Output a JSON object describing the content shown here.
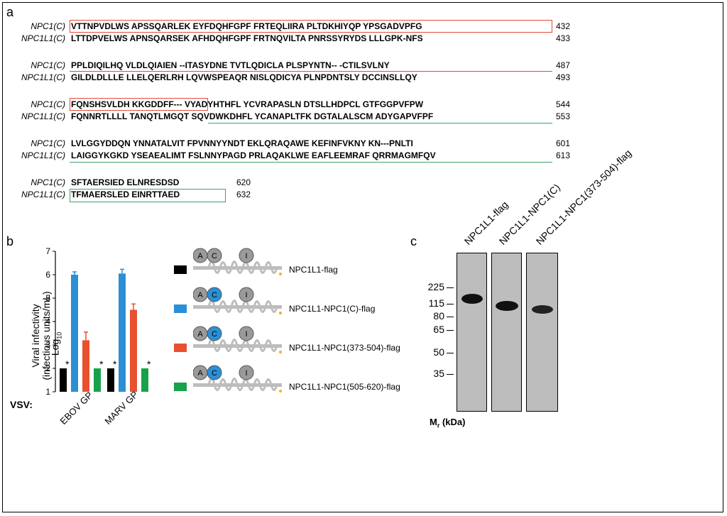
{
  "panel_a": {
    "letter": "a",
    "blocks": [
      {
        "rows": [
          {
            "name": "NPC1(C)",
            "seq": [
              [
                "VTTNPVDLWS",
                ""
              ],
              [
                " APSSQARLEK ",
                ""
              ],
              [
                "EYFDQHFGPF",
                ""
              ],
              [
                " FRTEQLIIRA ",
                ""
              ],
              [
                "PLTDKHIYQP",
                ""
              ],
              [
                " YPSGADVPFG",
                ""
              ]
            ],
            "num": "432"
          },
          {
            "name": "NPC1L1(C)",
            "seq": [
              [
                "LTTDPVELWS",
                ""
              ],
              [
                " APNSQARSEK ",
                ""
              ],
              [
                "AFHDQHFGPF",
                ""
              ],
              [
                " FRTNQVILTA ",
                ""
              ],
              [
                "PNRSSYRYDS",
                ""
              ],
              [
                " LLLGPK-NFS",
                ""
              ]
            ],
            "num": "433"
          }
        ]
      },
      {
        "rows": [
          {
            "name": "NPC1(C)",
            "seq": [
              [
                "PPLDIQILHQ",
                ""
              ],
              [
                " VLDLQIAIEN ",
                ""
              ],
              [
                "--ITASYDNE",
                ""
              ],
              [
                " TVTLQDICLA ",
                ""
              ],
              [
                "PLSPYNTN--",
                ""
              ],
              [
                " -CTILSVLNY",
                ""
              ]
            ],
            "num": "487"
          },
          {
            "name": "NPC1L1(C)",
            "seq": [
              [
                "GILDLDLLLE",
                ""
              ],
              [
                " LLELQERLRH ",
                ""
              ],
              [
                "LQVWSPEAQR",
                ""
              ],
              [
                " NISLQDICYA ",
                ""
              ],
              [
                "PLNPDNTSLY",
                ""
              ],
              [
                " DCCINSLLQY",
                ""
              ]
            ],
            "num": "493"
          }
        ]
      },
      {
        "rows": [
          {
            "name": "NPC1(C)",
            "seq": [
              [
                "FQNSHSVLDH",
                ""
              ],
              [
                " KKGDDFF---",
                ""
              ],
              [
                " VYADYHTHFL ",
                ""
              ],
              [
                "YCVRAPASLN",
                ""
              ],
              [
                " DTSLLHDPCL ",
                ""
              ],
              [
                "GTFGGPVFPW",
                ""
              ]
            ],
            "num": "544"
          },
          {
            "name": "NPC1L1(C)",
            "seq": [
              [
                "FQNNRTLLLL",
                ""
              ],
              [
                " TANQTLMGQT ",
                ""
              ],
              [
                "SQVDWKDHFL",
                ""
              ],
              [
                " YCANAPLTFK ",
                ""
              ],
              [
                "DGTALALSCM",
                ""
              ],
              [
                " ADYGAPVFPF",
                ""
              ]
            ],
            "num": "553"
          }
        ]
      },
      {
        "rows": [
          {
            "name": "NPC1(C)",
            "seq": [
              [
                "LVLGGYDDQN",
                ""
              ],
              [
                " YNNATALVIT ",
                ""
              ],
              [
                "FPVNNYYNDT",
                ""
              ],
              [
                " EKLQRAQAWE ",
                ""
              ],
              [
                "KEFINFVKNY",
                ""
              ],
              [
                " KN---PNLTI",
                ""
              ]
            ],
            "num": "601"
          },
          {
            "name": "NPC1L1(C)",
            "seq": [
              [
                "LAIGGYKGKD",
                ""
              ],
              [
                " YSEAEALIMT ",
                ""
              ],
              [
                "FSLNNYPAGD",
                ""
              ],
              [
                " PRLAQAKLWE ",
                ""
              ],
              [
                "EAFLEEMRAF",
                ""
              ],
              [
                " QRRMAGMFQV",
                ""
              ]
            ],
            "num": "613"
          }
        ]
      },
      {
        "rows": [
          {
            "name": "NPC1(C)",
            "seq": [
              [
                "SFTAERSIED",
                ""
              ],
              [
                " ELNRESDSD",
                ""
              ]
            ],
            "num": "620"
          },
          {
            "name": "NPC1L1(C)",
            "seq": [
              [
                "TFMAERSLED",
                ""
              ],
              [
                " EINRTTAED",
                ""
              ]
            ],
            "num": "632"
          }
        ]
      }
    ]
  },
  "panel_b": {
    "letter": "b",
    "ylabel_line1": "Viral infectivity",
    "ylabel_line2": "(infectious units/mL)",
    "ylabel_log": "Log",
    "ylabel_log_sub": "10",
    "vsv_label": "VSV:",
    "group_labels": [
      "EBOV GP",
      "MARV GP"
    ],
    "star": "*",
    "legend": [
      {
        "label": "NPC1L1-flag",
        "color": "#000000",
        "domains": [
          "A",
          "C",
          "I"
        ],
        "blue": false
      },
      {
        "label": "NPC1L1-NPC1(C)-flag",
        "color": "#2b8fd6",
        "domains": [
          "A",
          "C",
          "I"
        ],
        "blue": true
      },
      {
        "label": "NPC1L1-NPC1(373-504)-flag",
        "color": "#e8502f",
        "domains": [
          "A",
          "C",
          "I"
        ],
        "blue": true
      },
      {
        "label": "NPC1L1-NPC1(505-620)-flag",
        "color": "#17a24a",
        "domains": [
          "A",
          "C",
          "I"
        ],
        "blue": true
      }
    ]
  },
  "chart_data": {
    "type": "bar",
    "categories": [
      "EBOV GP",
      "MARV GP"
    ],
    "series": [
      {
        "name": "NPC1L1-flag",
        "values": [
          2.0,
          2.0
        ],
        "error": [
          0,
          0
        ],
        "below_detection": [
          true,
          true
        ]
      },
      {
        "name": "NPC1L1-NPC1(C)-flag",
        "values": [
          6.0,
          6.05
        ],
        "error": [
          0.12,
          0.18
        ],
        "below_detection": [
          false,
          false
        ]
      },
      {
        "name": "NPC1L1-NPC1(373-504)-flag",
        "values": [
          3.2,
          4.5
        ],
        "error": [
          0.35,
          0.25
        ],
        "below_detection": [
          false,
          false
        ]
      },
      {
        "name": "NPC1L1-NPC1(505-620)-flag",
        "values": [
          2.0,
          2.0
        ],
        "error": [
          0,
          0
        ],
        "below_detection": [
          true,
          true
        ]
      }
    ],
    "colors": [
      "#000000",
      "#2b8fd6",
      "#e8502f",
      "#17a24a"
    ],
    "ylim": [
      1,
      7
    ],
    "yticks": [
      "1",
      "2",
      "3",
      "4",
      "5",
      "6",
      "7"
    ]
  },
  "panel_c": {
    "letter": "c",
    "lanes": [
      "NPC1L1-flag",
      "NPC1L1-NPC1(C)",
      "NPC1L1-NPC1(373-504)-flag"
    ],
    "markers": [
      "225",
      "115",
      "80",
      "65",
      "50",
      "35"
    ],
    "mr_label": "M",
    "mr_sub": "r",
    "mr_unit": " (kDa)"
  }
}
